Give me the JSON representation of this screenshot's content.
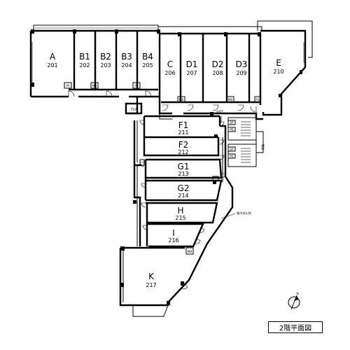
{
  "units": [
    {
      "id": "A",
      "number": "201"
    },
    {
      "id": "B1",
      "number": "202"
    },
    {
      "id": "B2",
      "number": "203"
    },
    {
      "id": "B3",
      "number": "204"
    },
    {
      "id": "B4",
      "number": "205"
    },
    {
      "id": "C",
      "number": "206"
    },
    {
      "id": "D1",
      "number": "207"
    },
    {
      "id": "D2",
      "number": "208"
    },
    {
      "id": "D3",
      "number": "209"
    },
    {
      "id": "E",
      "number": "210"
    },
    {
      "id": "F1",
      "number": "211"
    },
    {
      "id": "F2",
      "number": "212"
    },
    {
      "id": "G1",
      "number": "213"
    },
    {
      "id": "G2",
      "number": "214"
    },
    {
      "id": "H",
      "number": "215"
    },
    {
      "id": "I",
      "number": "216"
    },
    {
      "id": "K",
      "number": "217"
    }
  ],
  "labels": {
    "elevator": "ELV",
    "meter_box": "MB",
    "exit_sign": "EXIT",
    "ps": "PS",
    "ep": "EP",
    "stairs": "階段",
    "fire_hydrant": "屋内消火栓",
    "north": "N"
  },
  "title": "2階平面図"
}
